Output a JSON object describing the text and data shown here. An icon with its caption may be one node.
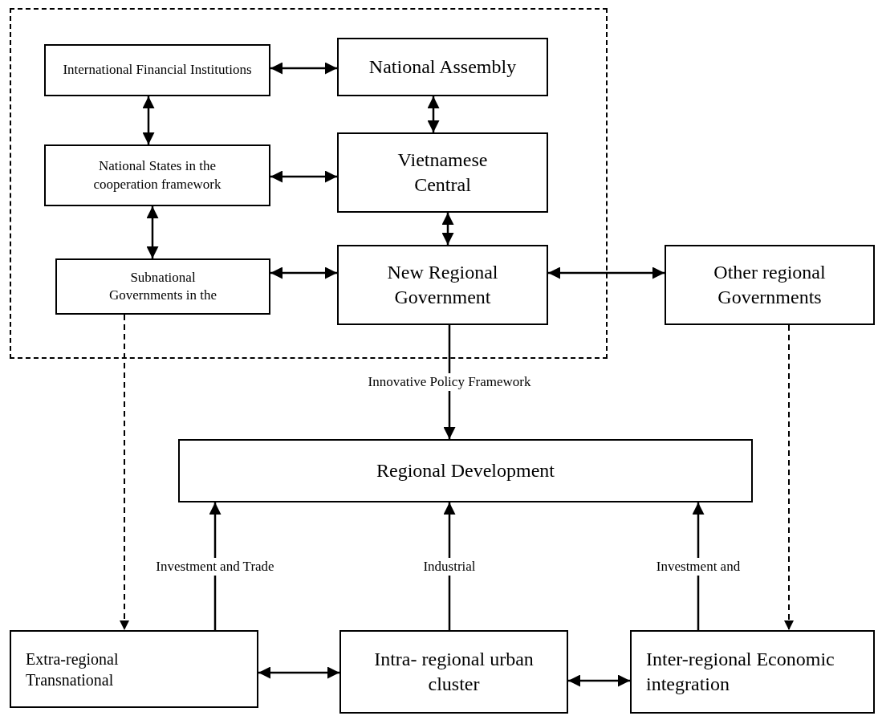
{
  "diagram": {
    "nodes": [
      {
        "text": [],
        "shape": "box"
      },
      {
        "text": [
          "International Financial Institutions"
        ],
        "in": 0
      },
      {
        "text": [
          "National Assembly"
        ],
        "in": 0
      },
      {
        "text": [
          "National States in the cooperation framework"
        ],
        "in": 0
      },
      {
        "text": [
          "Vietnamese Central"
        ],
        "in": 0
      },
      {
        "text": [
          "Subnational Governments in the"
        ],
        "in": 0
      },
      {
        "text": [
          "New Regional Government"
        ],
        "in": 0
      },
      {
        "text": [
          "Other regional Governments"
        ]
      },
      {
        "text": [
          "Regional Development"
        ]
      },
      {
        "text": [
          "Extra-regional Transnational"
        ]
      },
      {
        "text": [
          "Intra- regional urban cluster"
        ]
      },
      {
        "text": [
          "Inter-regional Economic integration"
        ]
      }
    ],
    "edges": [
      {
        "from": 1,
        "to": 2,
        "arrow": "both"
      },
      {
        "from": 1,
        "to": 3,
        "arrow": "both"
      },
      {
        "from": 2,
        "to": 4,
        "arrow": "both"
      },
      {
        "from": 3,
        "to": 4,
        "arrow": "both"
      },
      {
        "from": 3,
        "to": 5,
        "arrow": "both"
      },
      {
        "from": 4,
        "to": 6,
        "arrow": "both"
      },
      {
        "from": 5,
        "to": 6,
        "arrow": "both"
      },
      {
        "from": 6,
        "to": 7,
        "arrow": "both"
      },
      {
        "from": 6,
        "to": 8,
        "arrow": "to",
        "label": "Innovative Policy Framework"
      },
      {
        "from": 9,
        "to": 8,
        "arrow": "to",
        "label": "Investment and Trade"
      },
      {
        "from": 10,
        "to": 8,
        "arrow": "to",
        "label": "Industrial"
      },
      {
        "from": 11,
        "to": 8,
        "arrow": "to",
        "label": "Investment and"
      },
      {
        "from": 5,
        "to": 9,
        "arrow": "to",
        "style": "dashed"
      },
      {
        "from": 7,
        "to": 11,
        "arrow": "to",
        "style": "dashed"
      },
      {
        "from": 9,
        "to": 10,
        "arrow": "both"
      },
      {
        "from": 10,
        "to": 11,
        "arrow": "both"
      }
    ]
  }
}
